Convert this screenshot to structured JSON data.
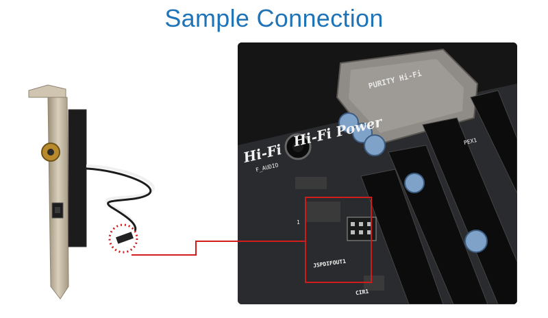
{
  "title": "Sample Connection",
  "board_labels": {
    "brand_top": "Hi-Fi Power",
    "brand_bottom": "Hi-Fi",
    "shield": "PURITY Hi-Fi",
    "f_audio": "F_AUDIO",
    "jspdif": "JSPDIFOUT1",
    "pin1": "1",
    "cir": "CIR1",
    "pex": "PEX1"
  },
  "colors": {
    "title": "#1f73b7",
    "highlight": "#d01c1c",
    "board": "#2a2b2e"
  }
}
